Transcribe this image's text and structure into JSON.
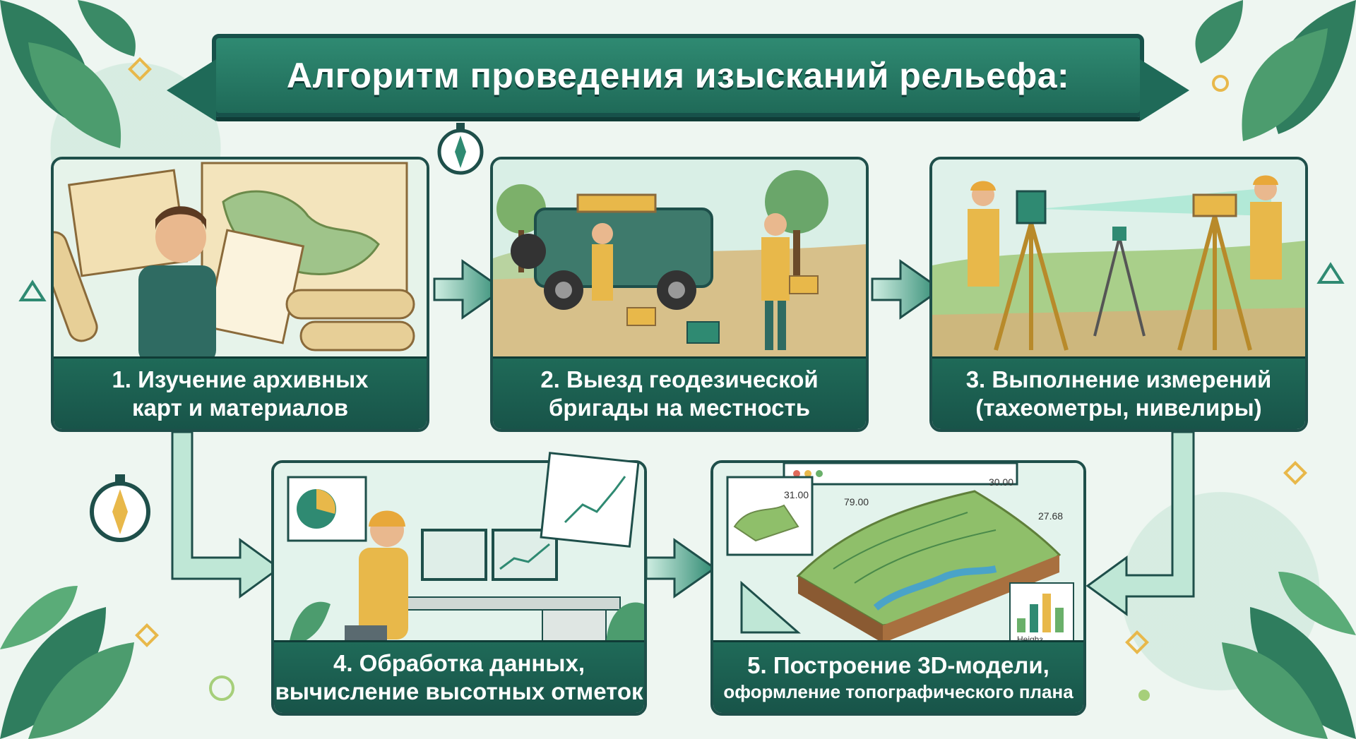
{
  "title": "Алгоритм проведения изысканий рельефа:",
  "steps": [
    {
      "line1": "1. Изучение архивных",
      "line2": "карт и материалов"
    },
    {
      "line1": "2. Выезд геодезической",
      "line2": "бригады на местность"
    },
    {
      "line1": "3. Выполнение измерений",
      "line2": "(тахеометры, нивелиры)"
    },
    {
      "line1": "4. Обработка данных,",
      "line2": "вычисление высотных отметок"
    },
    {
      "line1": "5. Построение 3D-модели,",
      "line2": "оформление топографического плана"
    }
  ],
  "model_labels": {
    "window_value": "31.00",
    "left_value": "79.00",
    "peak_value": "30.00",
    "right_value": "27.68",
    "chart_label": "Heighз"
  },
  "colors": {
    "primary": "#1f6a58",
    "dark": "#17514a",
    "accent": "#e8b84a",
    "background": "#eef6f1"
  }
}
